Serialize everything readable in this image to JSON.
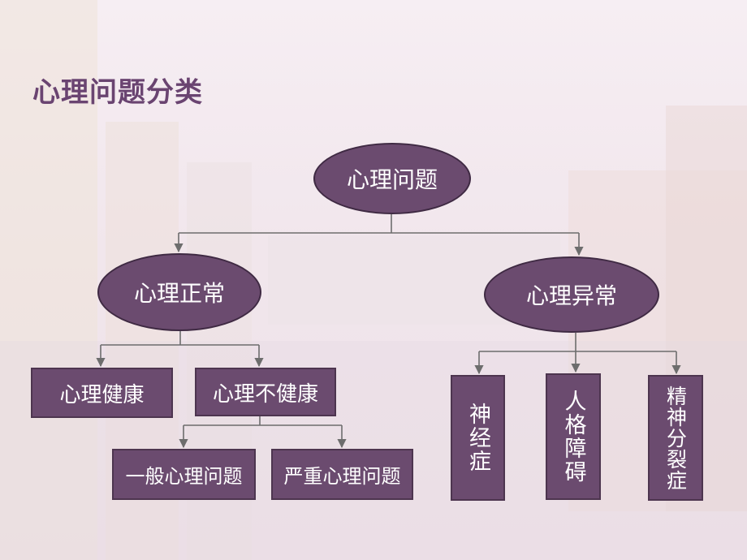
{
  "title": "心理问题分类",
  "nodes": {
    "root": "心理问题",
    "normal": "心理正常",
    "abnormal": "心理异常",
    "healthy": "心理健康",
    "unhealthy": "心理不健康",
    "general": "一般心理问题",
    "severe": "严重心理问题",
    "neurosis": "神经症",
    "personality": "人格障碍",
    "schizophrenia": "精神分裂症"
  },
  "colors": {
    "node_fill": "#6b4b6f",
    "node_border": "#4d354f",
    "title": "#6a4471",
    "connector": "#6d6d6d"
  }
}
